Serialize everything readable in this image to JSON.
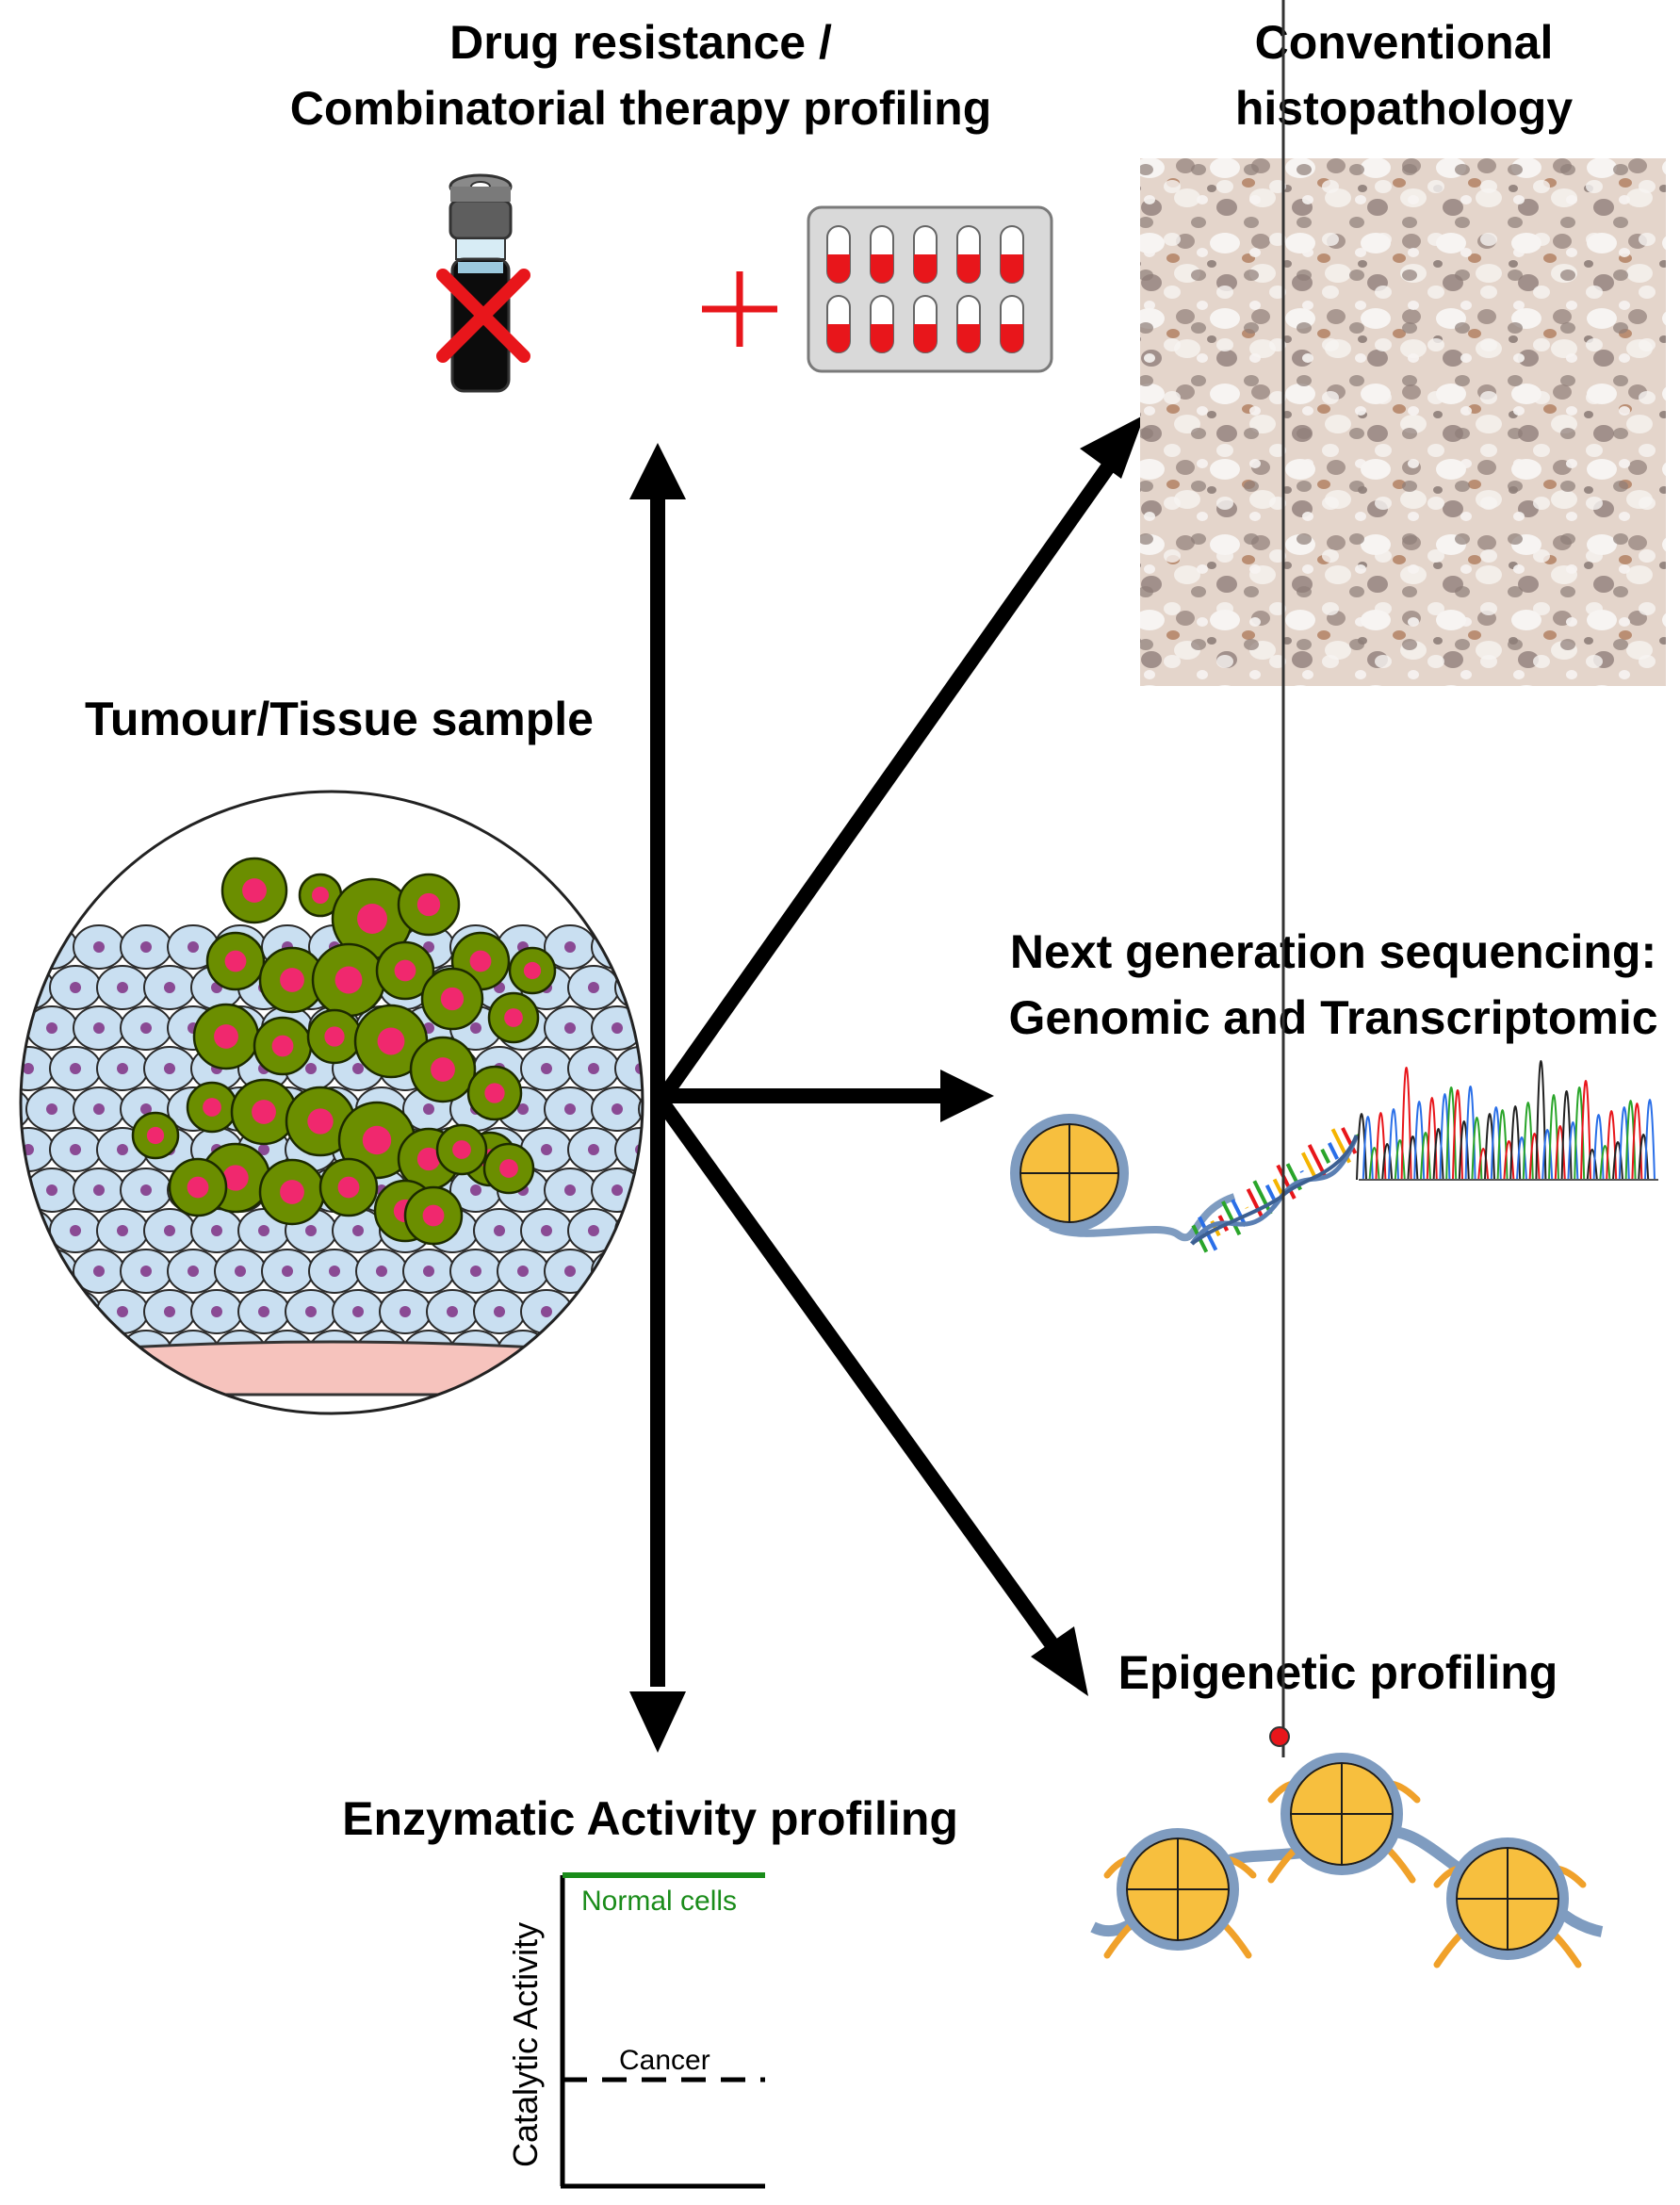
{
  "drug": {
    "title_line1": "Drug resistance /",
    "title_line2": "Combinatorial therapy profiling"
  },
  "histo": {
    "title_line1": "Conventional",
    "title_line2": "histopathology"
  },
  "tumour": {
    "title": "Tumour/Tissue sample"
  },
  "ngs": {
    "title_line1": "Next generation sequencing:",
    "title_line2": "Genomic and Transcriptomic"
  },
  "epigenetic": {
    "title": "Epigenetic profiling"
  },
  "enzymatic": {
    "title": "Enzymatic Activity profiling",
    "ylabel": "Catalytic Activity",
    "normal_label": "Normal cells",
    "cancer_label": "Cancer"
  },
  "colors": {
    "arrow": "#000000",
    "red": "#e8161b",
    "cancer_cell": "#6b8e00",
    "cancer_nucleus": "#f0286e",
    "normal_cell": "#c9dff1",
    "normal_nucleus": "#8a4a94",
    "nucleosome": "#f7bf3e",
    "normal_line": "#1a8c1a",
    "tissue": "#c9b2a7"
  }
}
